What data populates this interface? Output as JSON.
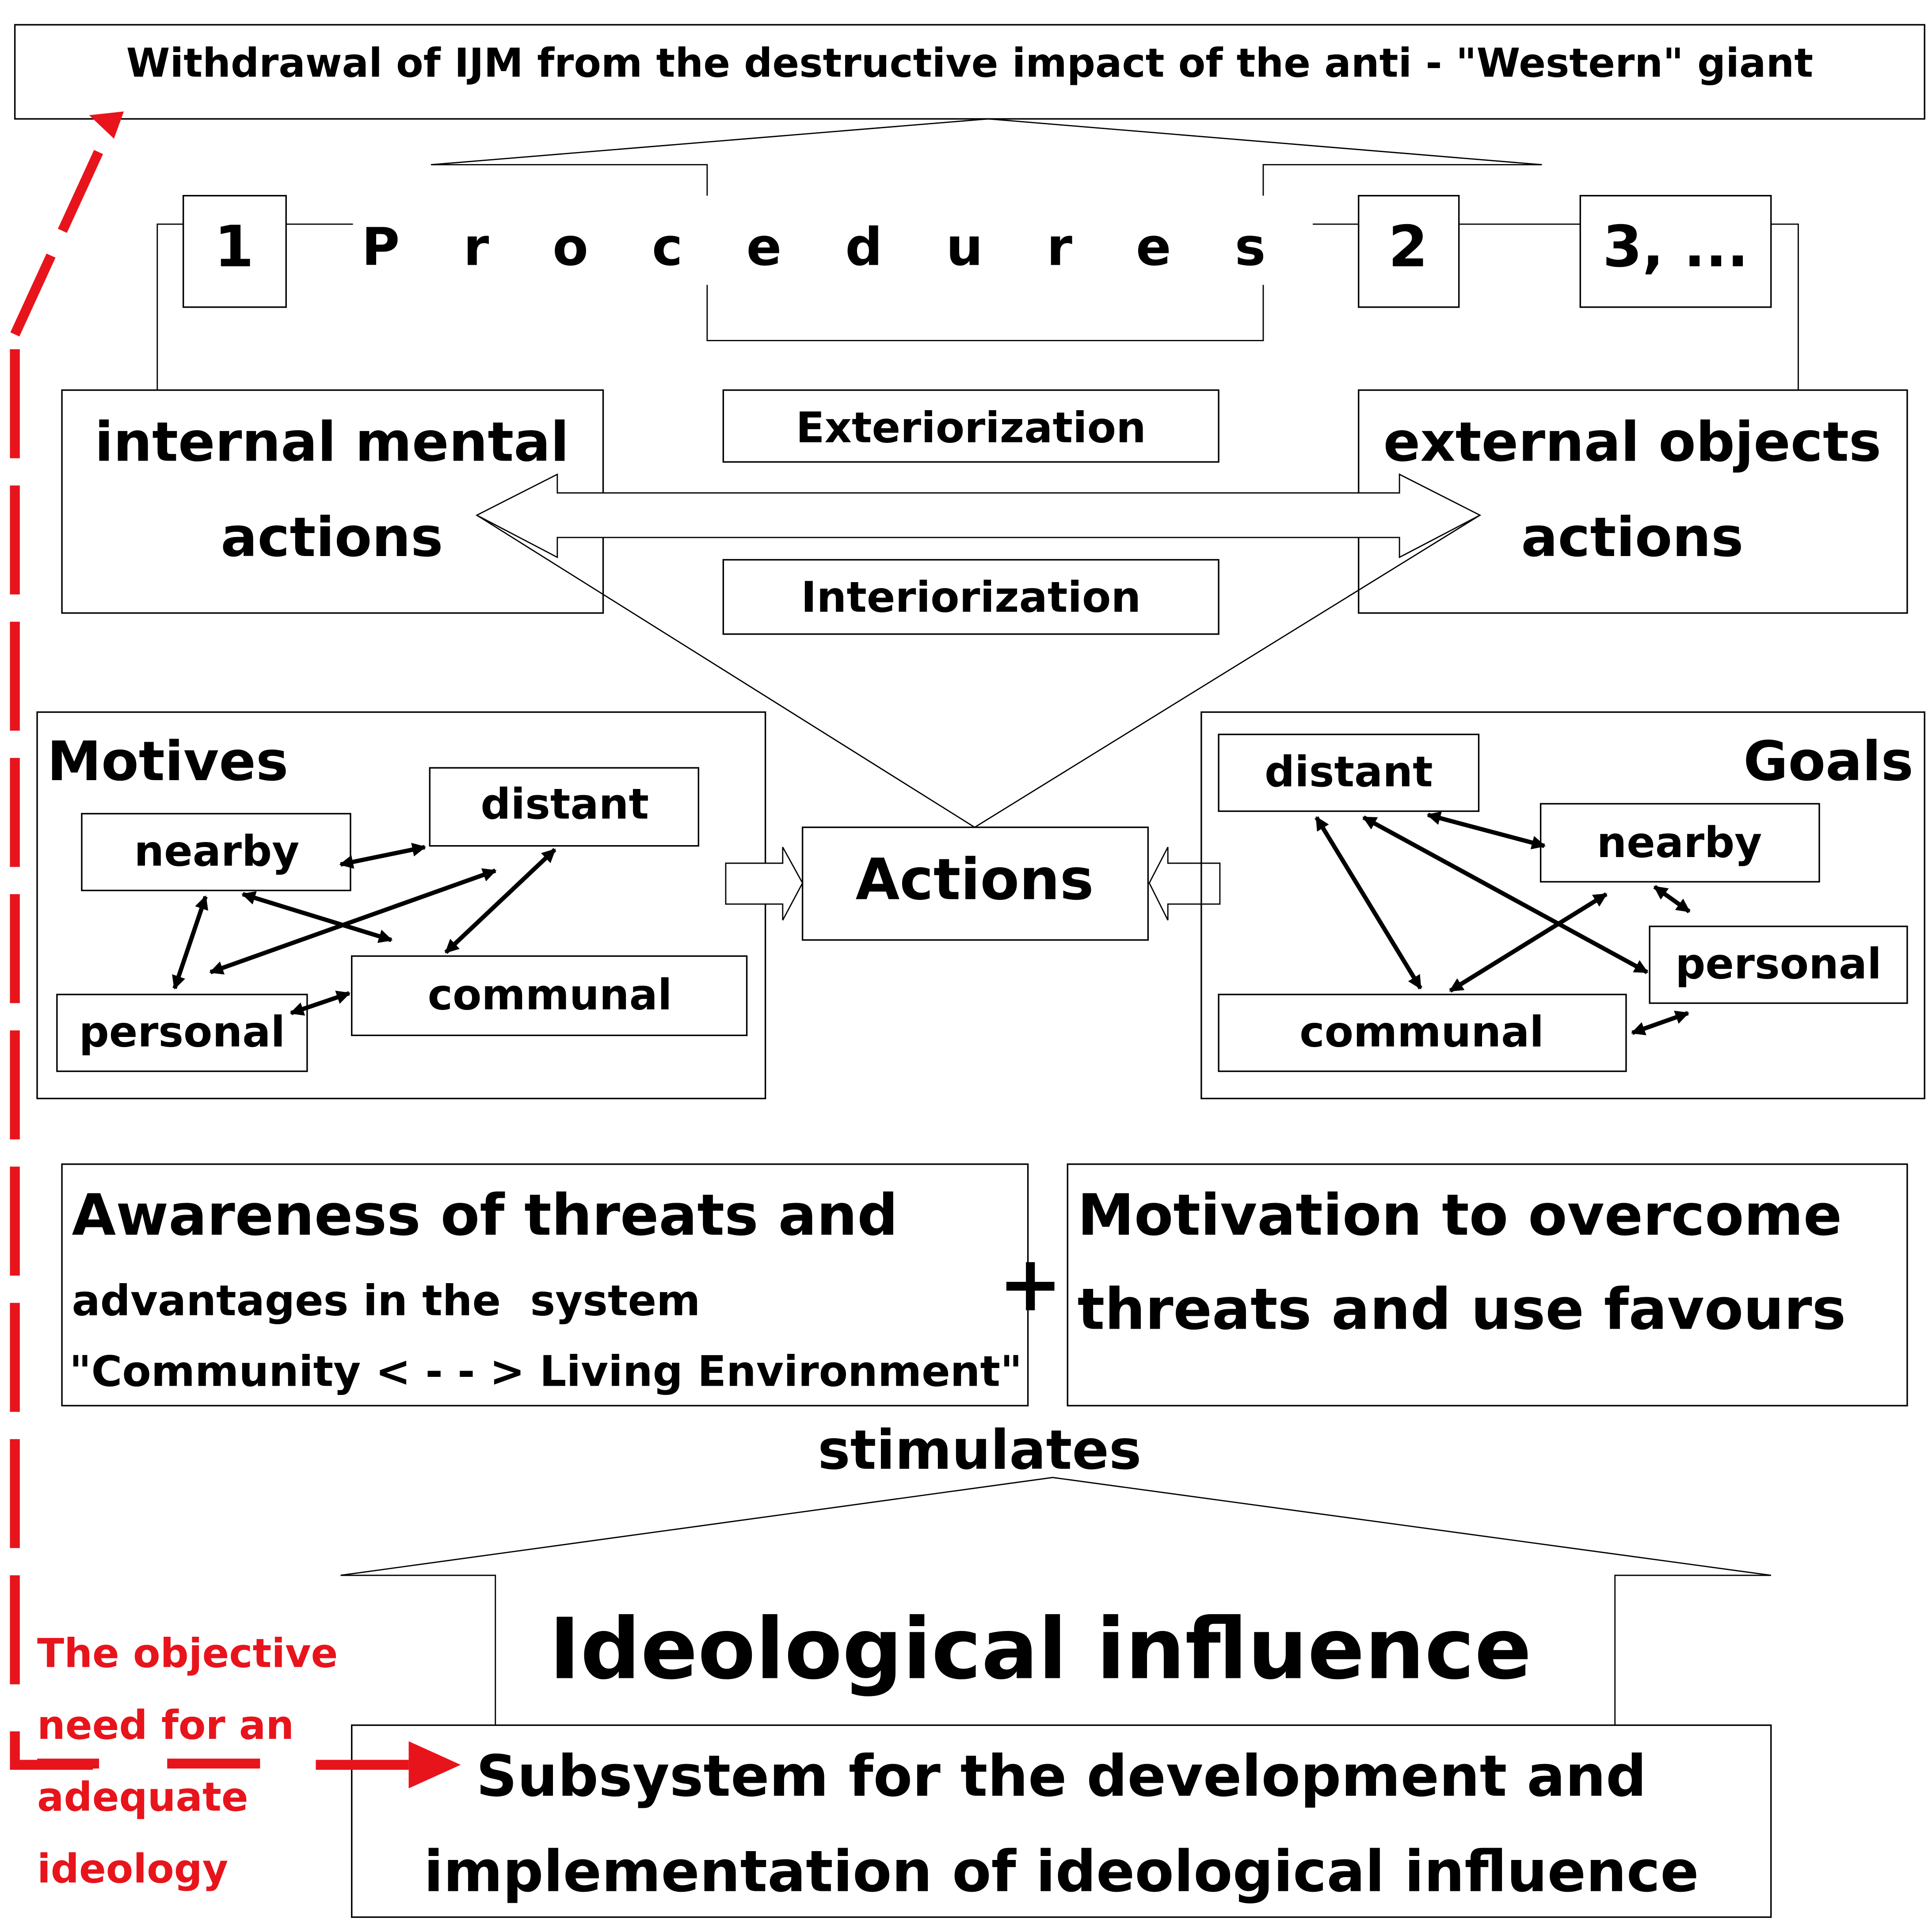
{
  "title": "Withdrawal of IJM from the destructive impact of the anti - \"Western\" giant",
  "procedures": {
    "box1": "1",
    "label": "P r o c e d u r e s",
    "box2": "2",
    "box3": "3, ..."
  },
  "actions_row": {
    "internal_line1": "internal mental",
    "internal_line2": "actions",
    "external_line1": "external objects",
    "external_line2": "actions",
    "exteriorization": "Exteriorization",
    "interiorization": "Interiorization"
  },
  "motives": {
    "title": "Motives",
    "distant": "distant",
    "nearby": "nearby",
    "communal": "communal",
    "personal": "personal"
  },
  "goals": {
    "title": "Goals",
    "distant": "distant",
    "nearby": "nearby",
    "personal": "personal",
    "communal": "communal"
  },
  "center_actions": "Actions",
  "awareness": {
    "line1": "Awareness of threats and",
    "line2": "advantages in the  system",
    "line3": "\"Community < - - > Living Environment\""
  },
  "plus": "+",
  "motivation": {
    "line1": "Motivation to overcome",
    "line2": "threats and use favours"
  },
  "stimulates": "stimulates",
  "ideological_influence": "Ideological influence",
  "subsystem": {
    "line1": "Subsystem for the development and",
    "line2": "implementation of ideological influence"
  },
  "objective": {
    "line1": "The objective",
    "line2": "need for an",
    "line3": "adequate",
    "line4": "ideology"
  },
  "colors": {
    "ink": "#000000",
    "accent_red": "#e8141c",
    "background": "#ffffff"
  }
}
